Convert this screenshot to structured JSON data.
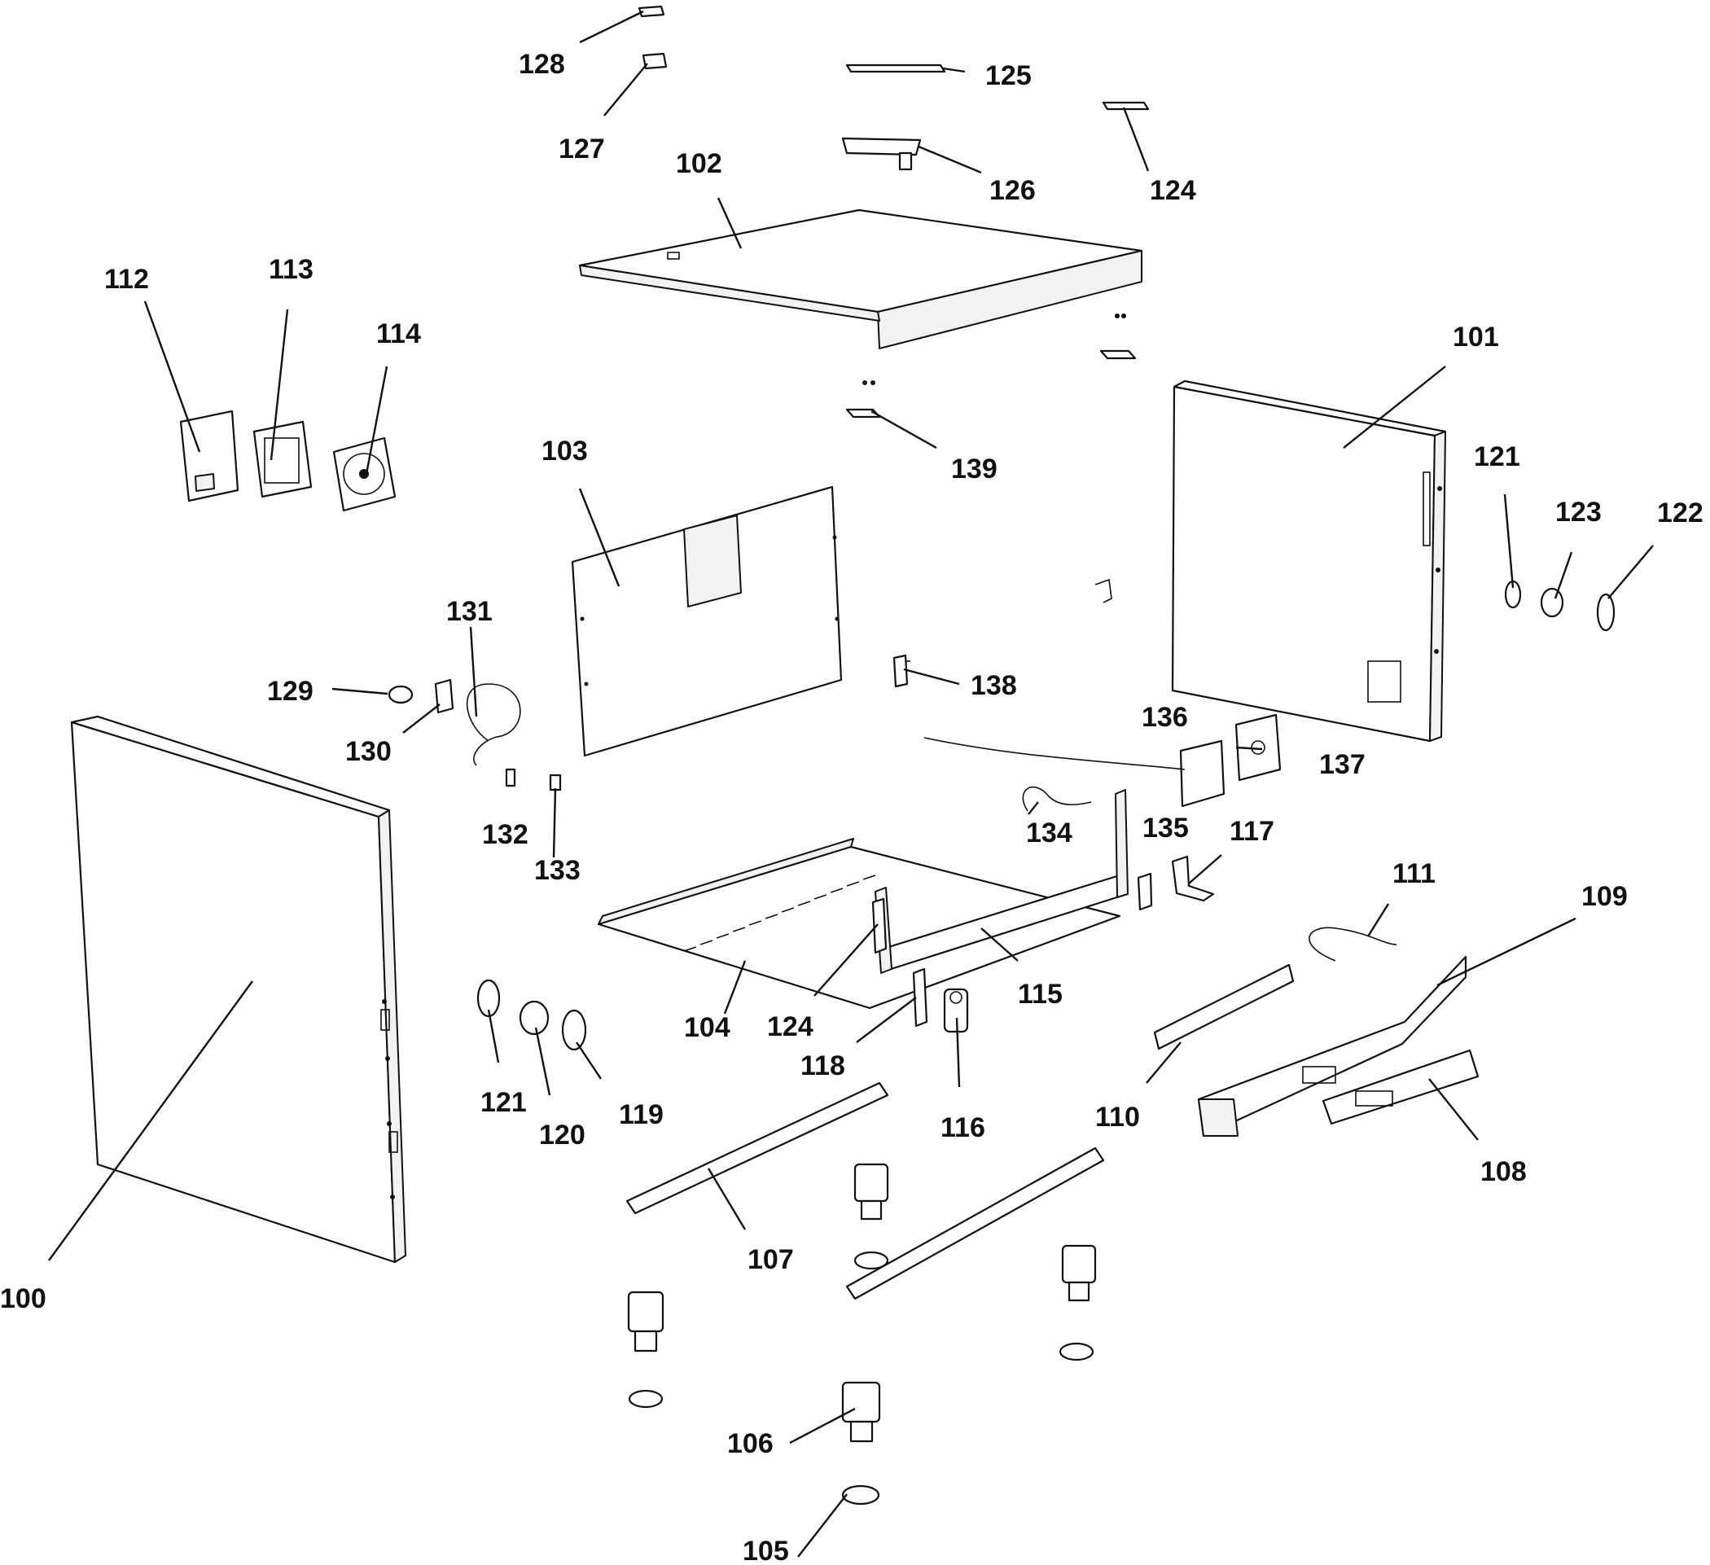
{
  "callouts": [
    {
      "id": "c100",
      "label": "100"
    },
    {
      "id": "c101",
      "label": "101"
    },
    {
      "id": "c102",
      "label": "102"
    },
    {
      "id": "c103",
      "label": "103"
    },
    {
      "id": "c104",
      "label": "104"
    },
    {
      "id": "c105",
      "label": "105"
    },
    {
      "id": "c106",
      "label": "106"
    },
    {
      "id": "c107",
      "label": "107"
    },
    {
      "id": "c108",
      "label": "108"
    },
    {
      "id": "c109",
      "label": "109"
    },
    {
      "id": "c110",
      "label": "110"
    },
    {
      "id": "c111",
      "label": "111"
    },
    {
      "id": "c112",
      "label": "112"
    },
    {
      "id": "c113",
      "label": "113"
    },
    {
      "id": "c114",
      "label": "114"
    },
    {
      "id": "c115",
      "label": "115"
    },
    {
      "id": "c116",
      "label": "116"
    },
    {
      "id": "c117",
      "label": "117"
    },
    {
      "id": "c118",
      "label": "118"
    },
    {
      "id": "c119",
      "label": "119"
    },
    {
      "id": "c120",
      "label": "120"
    },
    {
      "id": "c121a",
      "label": "121"
    },
    {
      "id": "c121b",
      "label": "121"
    },
    {
      "id": "c122",
      "label": "122"
    },
    {
      "id": "c123",
      "label": "123"
    },
    {
      "id": "c124a",
      "label": "124"
    },
    {
      "id": "c124b",
      "label": "124"
    },
    {
      "id": "c125",
      "label": "125"
    },
    {
      "id": "c126",
      "label": "126"
    },
    {
      "id": "c127",
      "label": "127"
    },
    {
      "id": "c128",
      "label": "128"
    },
    {
      "id": "c129",
      "label": "129"
    },
    {
      "id": "c130",
      "label": "130"
    },
    {
      "id": "c131",
      "label": "131"
    },
    {
      "id": "c132",
      "label": "132"
    },
    {
      "id": "c133",
      "label": "133"
    },
    {
      "id": "c134",
      "label": "134"
    },
    {
      "id": "c135",
      "label": "135"
    },
    {
      "id": "c136",
      "label": "136"
    },
    {
      "id": "c137",
      "label": "137"
    },
    {
      "id": "c138",
      "label": "138"
    },
    {
      "id": "c139",
      "label": "139"
    }
  ]
}
